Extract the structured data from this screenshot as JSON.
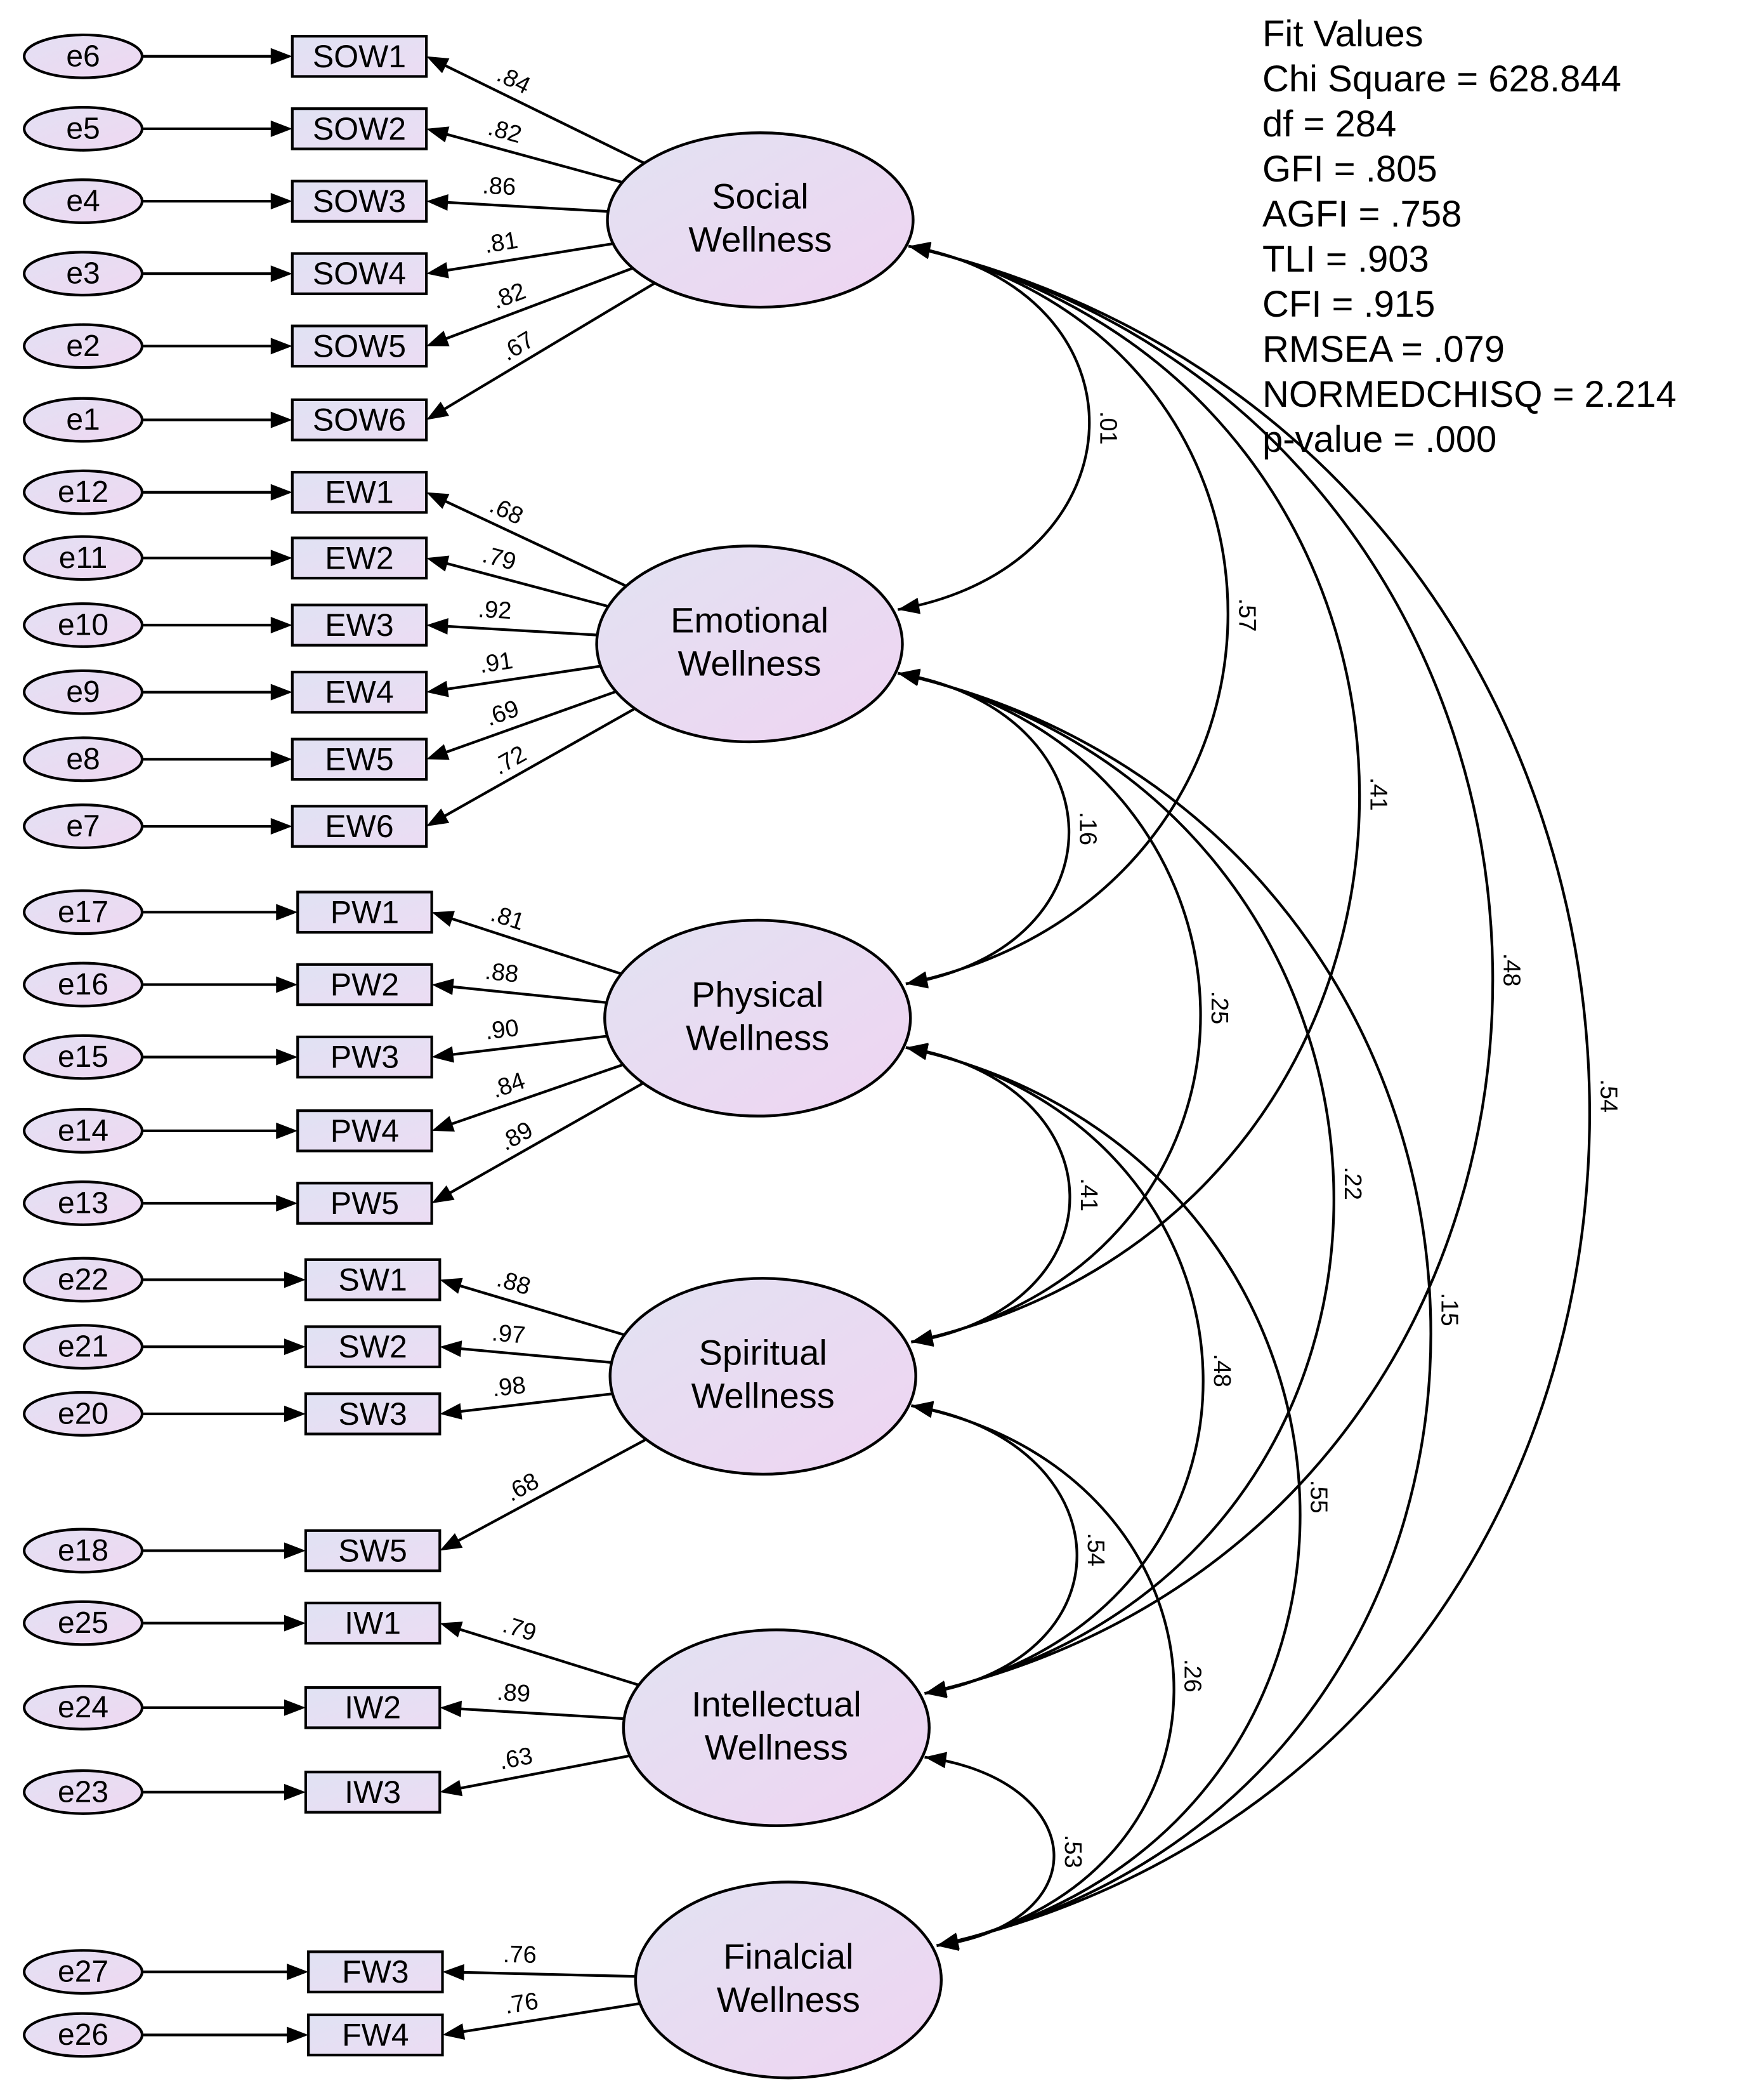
{
  "fit_values": {
    "title": "Fit Values",
    "lines": [
      "Chi Square = 628.844",
      "df = 284",
      "GFI = .805",
      "AGFI = .758",
      "TLI = .903",
      "CFI = .915",
      "RMSEA = .079",
      "NORMEDCHISQ = 2.214",
      "p-value = .000"
    ]
  },
  "colors": {
    "latent_fill": "#ead8f2",
    "indicator_fill": "#e6e2f4",
    "error_fill": "#eadcf2",
    "stroke": "#000000"
  },
  "factors": [
    {
      "id": "SOW",
      "name": "Social\nWellness",
      "indicators": [
        {
          "label": "SOW1",
          "error": "e6",
          "loading": ".84"
        },
        {
          "label": "SOW2",
          "error": "e5",
          "loading": ".82"
        },
        {
          "label": "SOW3",
          "error": "e4",
          "loading": ".86"
        },
        {
          "label": "SOW4",
          "error": "e3",
          "loading": ".81"
        },
        {
          "label": "SOW5",
          "error": "e2",
          "loading": ".82"
        },
        {
          "label": "SOW6",
          "error": "e1",
          "loading": ".67"
        }
      ]
    },
    {
      "id": "EW",
      "name": "Emotional\nWellness",
      "indicators": [
        {
          "label": "EW1",
          "error": "e12",
          "loading": ".68"
        },
        {
          "label": "EW2",
          "error": "e11",
          "loading": ".79"
        },
        {
          "label": "EW3",
          "error": "e10",
          "loading": ".92"
        },
        {
          "label": "EW4",
          "error": "e9",
          "loading": ".91"
        },
        {
          "label": "EW5",
          "error": "e8",
          "loading": ".69"
        },
        {
          "label": "EW6",
          "error": "e7",
          "loading": ".72"
        }
      ]
    },
    {
      "id": "PW",
      "name": "Physical\nWellness",
      "indicators": [
        {
          "label": "PW1",
          "error": "e17",
          "loading": ".81"
        },
        {
          "label": "PW2",
          "error": "e16",
          "loading": ".88"
        },
        {
          "label": "PW3",
          "error": "e15",
          "loading": ".90"
        },
        {
          "label": "PW4",
          "error": "e14",
          "loading": ".84"
        },
        {
          "label": "PW5",
          "error": "e13",
          "loading": ".89"
        }
      ]
    },
    {
      "id": "SW",
      "name": "Spiritual\nWellness",
      "indicators": [
        {
          "label": "SW1",
          "error": "e22",
          "loading": ".88"
        },
        {
          "label": "SW2",
          "error": "e21",
          "loading": ".97"
        },
        {
          "label": "SW3",
          "error": "e20",
          "loading": ".98"
        },
        {
          "label": "SW5",
          "error": "e18",
          "loading": ".68"
        }
      ]
    },
    {
      "id": "IW",
      "name": "Intellectual\nWellness",
      "indicators": [
        {
          "label": "IW1",
          "error": "e25",
          "loading": ".79"
        },
        {
          "label": "IW2",
          "error": "e24",
          "loading": ".89"
        },
        {
          "label": "IW3",
          "error": "e23",
          "loading": ".63"
        }
      ]
    },
    {
      "id": "FW",
      "name": "Finalcial\nWellness",
      "indicators": [
        {
          "label": "FW3",
          "error": "e27",
          "loading": ".76"
        },
        {
          "label": "FW4",
          "error": "e26",
          "loading": ".76"
        }
      ]
    }
  ],
  "correlations": [
    {
      "from": "SOW",
      "to": "EW",
      "value": ".01"
    },
    {
      "from": "SOW",
      "to": "PW",
      "value": ".57"
    },
    {
      "from": "SOW",
      "to": "SW",
      "value": ".41"
    },
    {
      "from": "SOW",
      "to": "IW",
      "value": ".48"
    },
    {
      "from": "SOW",
      "to": "FW",
      "value": ".54"
    },
    {
      "from": "EW",
      "to": "PW",
      "value": ".16"
    },
    {
      "from": "EW",
      "to": "SW",
      "value": ".25"
    },
    {
      "from": "EW",
      "to": "IW",
      "value": ".22"
    },
    {
      "from": "EW",
      "to": "FW",
      "value": ".15"
    },
    {
      "from": "PW",
      "to": "SW",
      "value": ".41"
    },
    {
      "from": "PW",
      "to": "IW",
      "value": ".48"
    },
    {
      "from": "PW",
      "to": "FW",
      "value": ".55"
    },
    {
      "from": "SW",
      "to": "IW",
      "value": ".54"
    },
    {
      "from": "SW",
      "to": "FW",
      "value": ".26"
    },
    {
      "from": "IW",
      "to": "FW",
      "value": ".53"
    }
  ]
}
